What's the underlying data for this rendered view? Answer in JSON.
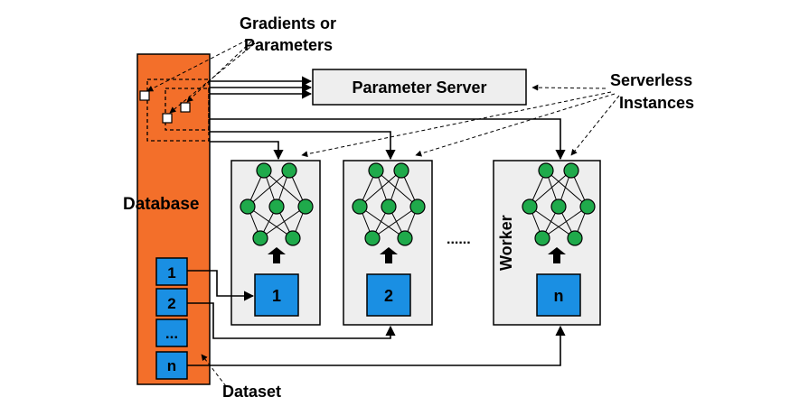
{
  "annotations": {
    "gradients_line1": "Gradients or",
    "gradients_line2": "Parameters",
    "serverless_line1": "Serverless",
    "serverless_line2": "Instances",
    "dataset": "Dataset"
  },
  "database": {
    "label": "Database"
  },
  "parameter_server": {
    "label": "Parameter Server"
  },
  "dataset_shards": [
    "1",
    "2",
    "...",
    "n"
  ],
  "workers": [
    {
      "shard": "1"
    },
    {
      "shard": "2"
    },
    {
      "shard": "n",
      "label": "Worker"
    }
  ],
  "ellipsis": "......",
  "colors": {
    "database": "#f36f2a",
    "node": "#1faa4b",
    "shard": "#1a8fe3",
    "panel": "#eeeeee"
  }
}
